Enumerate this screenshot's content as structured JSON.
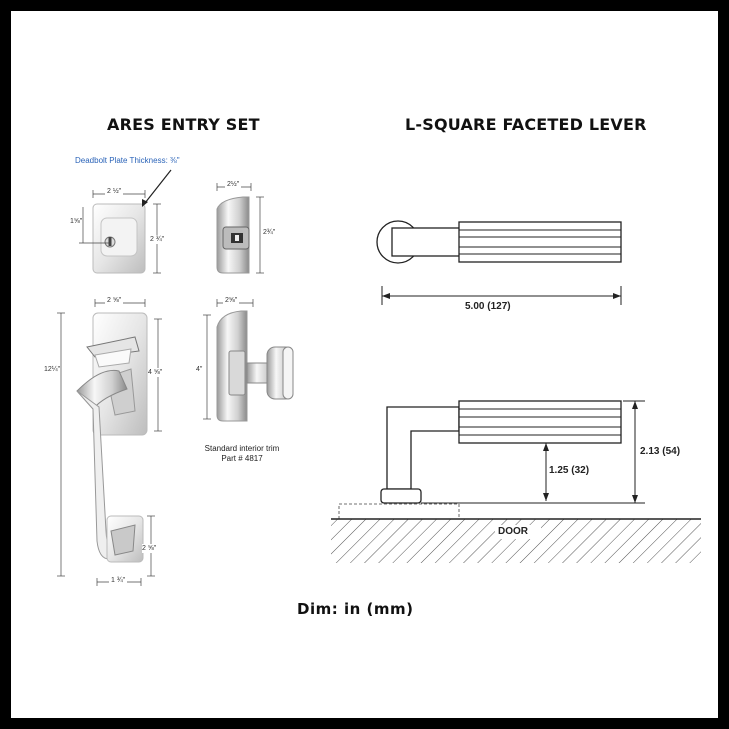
{
  "titles": {
    "left": "ARES ENTRY SET",
    "right": "L-SQUARE FACETED LEVER"
  },
  "ares": {
    "deadbolt_note": "Deadbolt Plate Thickness: ⅜\"",
    "deadbolt_width": "2 ½\"",
    "deadbolt_keyhole_height": "1⅝\"",
    "deadbolt_height": "2 ¾\"",
    "side_width": "2½\"",
    "side_height": "2¾\"",
    "handle_plate_width": "2 ⅝\"",
    "handle_total_height": "12¼\"",
    "handle_plate_height": "4 ⅝\"",
    "bottom_plate_height": "2 ⅝\"",
    "bottom_width": "1 ¾\"",
    "knob_width": "2⅝\"",
    "knob_height": "4\"",
    "trim_caption_line1": "Standard interior trim",
    "trim_caption_line2": "Part # 4817"
  },
  "lever": {
    "length": "5.00 (127)",
    "height_total": "2.13 (54)",
    "height_inner": "1.25 (32)",
    "door_label": "DOOR"
  },
  "footer": {
    "dim_note": "Dim: in (mm)"
  }
}
